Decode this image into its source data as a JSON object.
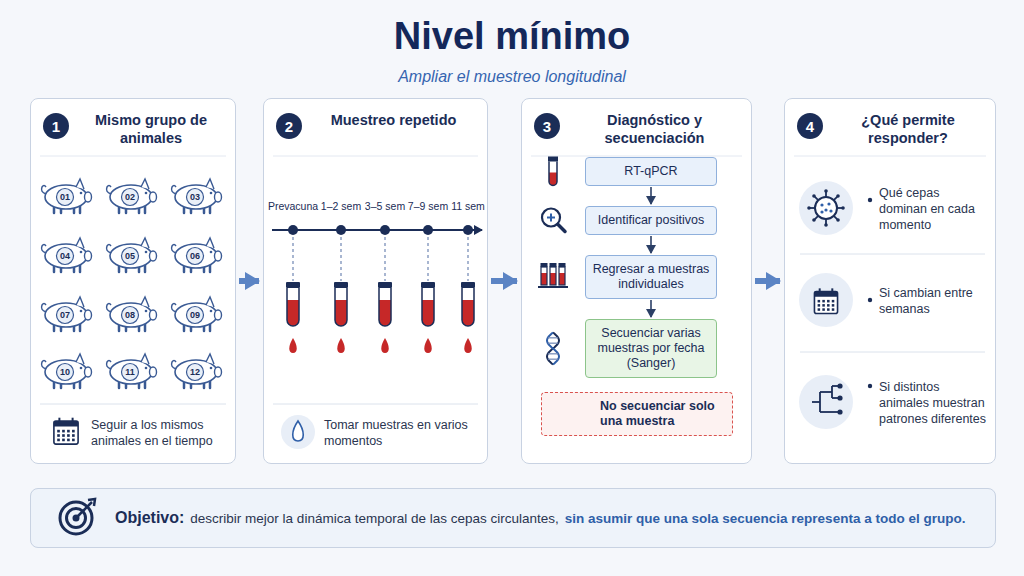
{
  "diagram": {
    "title": "Nivel mínimo",
    "nodes": [
      {
        "text": [
          "Mismo grupo de animales",
          "Seguir a los mismos animales en el tiempo"
        ]
      },
      {
        "text": [
          "1"
        ],
        "in": 0
      },
      {
        "text": [
          "Muestreo repetido",
          "Tomar muestras en varios momentos"
        ]
      },
      {
        "text": [
          "2"
        ],
        "in": 2
      },
      {
        "text": [
          "Diagnóstico y secuenciación"
        ]
      },
      {
        "text": [
          "3"
        ],
        "in": 4
      },
      {
        "text": [
          "RT-qPCR"
        ],
        "in": 4
      },
      {
        "text": [
          "Identificar positivos"
        ],
        "in": 4
      },
      {
        "text": [
          "Regresar a muestras individuales"
        ],
        "in": 4
      },
      {
        "text": [
          "Secuenciar varias muestras por fecha (Sanger)"
        ],
        "in": 4
      },
      {
        "text": [
          "No secuenciar solo una muestra"
        ],
        "in": 4
      },
      {
        "text": [
          "¿Qué permite responder?",
          "Qué cepas dominan en cada momento",
          "Si cambian entre semanas",
          "Si distintos animales muestran patrones diferentes"
        ]
      },
      {
        "text": [
          "4"
        ],
        "in": 11
      },
      {
        "text": [
          "Objetivo:",
          "describir mejor la dinámica temporal de las cepas circulantes,",
          "sin asumir que una sola secuencia representa a todo el grupo."
        ]
      }
    ],
    "edges": [
      {
        "from": 0,
        "to": 2,
        "arrow": "to"
      },
      {
        "from": 2,
        "to": 4,
        "arrow": "to"
      },
      {
        "from": 4,
        "to": 11,
        "arrow": "to"
      },
      {
        "from": 6,
        "to": 7,
        "arrow": "to"
      },
      {
        "from": 7,
        "to": 8,
        "arrow": "to"
      },
      {
        "from": 8,
        "to": 9,
        "arrow": "to"
      }
    ],
    "labels": [
      "Ampliar el muestreo longitudinal",
      "01",
      "02",
      "03",
      "04",
      "05",
      "06",
      "07",
      "08",
      "09",
      "10",
      "11",
      "12",
      "Prevacuna",
      "1–2 sem",
      "3–5 sem",
      "7–9 sem",
      "11 sem"
    ]
  }
}
